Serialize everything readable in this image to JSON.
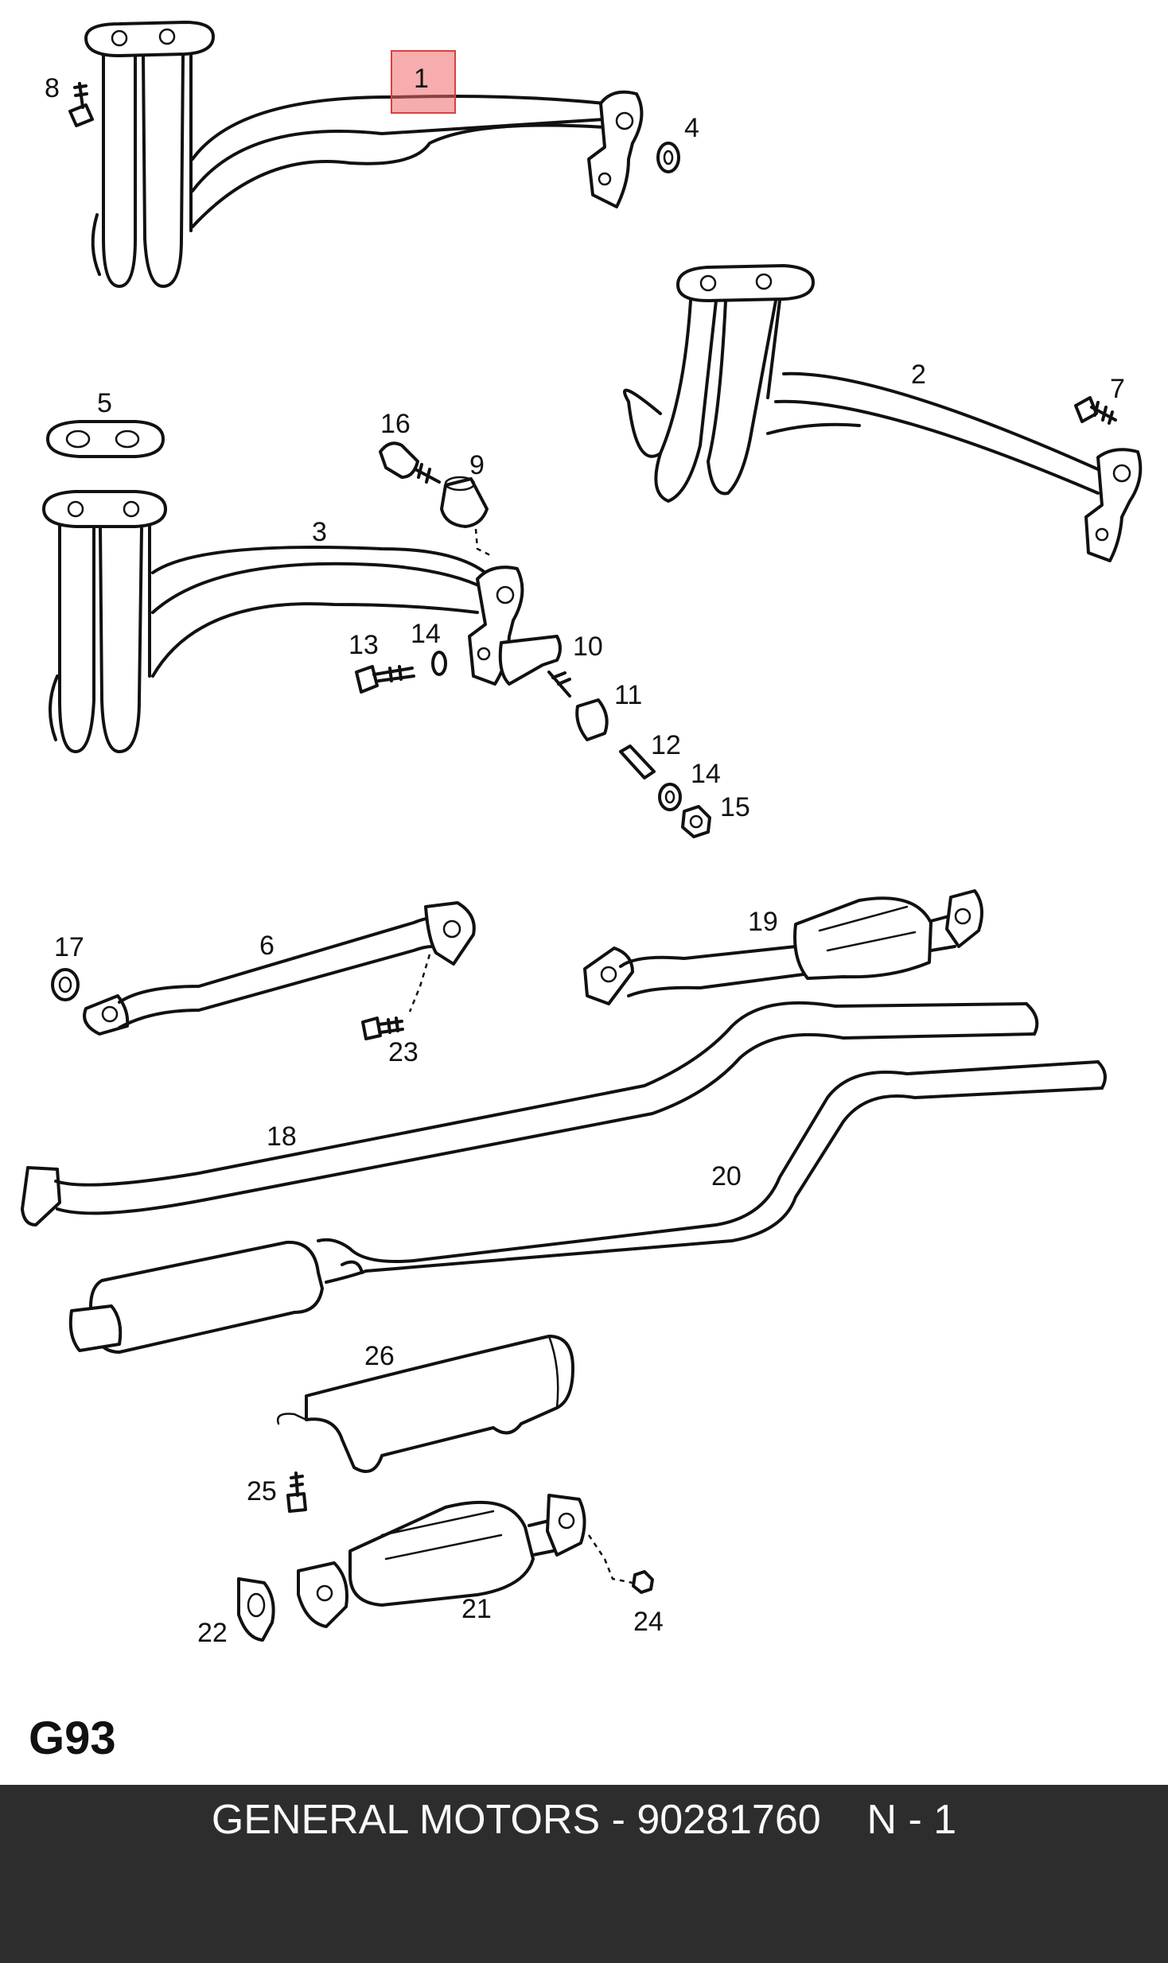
{
  "diagram": {
    "labels": [
      "1",
      "2",
      "3",
      "4",
      "5",
      "6",
      "7",
      "8",
      "9",
      "10",
      "11",
      "12",
      "13",
      "14",
      "14",
      "15",
      "16",
      "17",
      "18",
      "19",
      "20",
      "21",
      "22",
      "23",
      "24",
      "25",
      "26"
    ],
    "highlighted_part": "1",
    "highlight_color": "#f06a6a"
  },
  "page_code": "G93",
  "footer": {
    "text": "GENERAL MOTORS - 90281760    N - 1",
    "background": "#2d2d2d",
    "text_color": "#fafafa"
  }
}
